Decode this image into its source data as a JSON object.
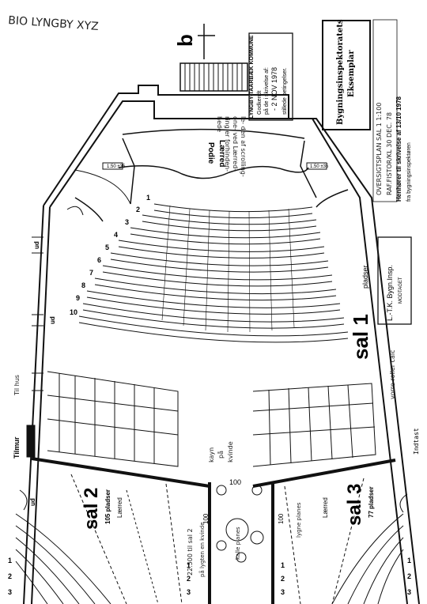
{
  "header": {
    "handwritten_title": "BIO LYNGBY XYZ",
    "section_mark": "b"
  },
  "stamps": {
    "approval": {
      "line1": "LYNGBY-TAARBÆK KOMMUNE",
      "line2": "Godkendt",
      "line3": "på de i skrivelse af:",
      "line4": "- 2 NOV 1978",
      "line5": "stillede betingelser."
    },
    "inspectorate": {
      "line1": "Bygningsinspektoratets",
      "line2": "Eksemplar"
    },
    "received": {
      "line1": "Henhører til skrivelse af 13/10 1978",
      "line2": "fra bygningsinspektøren"
    },
    "building_inspector": {
      "line1": "L.-T.K. Bygn.Insp.",
      "line2": "MODTAGET"
    }
  },
  "drawing_info": {
    "line1": "OVERSIGTSPLAN  SAL 1  1:100",
    "line2": "RAF.FISTOR/KL  30 DEC. 78"
  },
  "sal1": {
    "name": "sal 1",
    "capacity": "pladser",
    "screen": "Lærred",
    "stage": "Podie",
    "stage_note": [
      "le- den af scrolling-",
      "one- ved Lærred-",
      "ring er forhinden-",
      "hede"
    ],
    "dim_left": "1.50 ±35",
    "dim_right": "1.50 ±35",
    "row_numbers": [
      "1",
      "2",
      "3",
      "4",
      "5",
      "6",
      "7",
      "8",
      "9",
      "10"
    ]
  },
  "sal2": {
    "name": "sal 2",
    "capacity": "105 pladser",
    "screen": "Lærred",
    "note1": "22.500 til sal 2",
    "note2": "på lygten en kvinde"
  },
  "sal3": {
    "name": "sal 3",
    "capacity": "77 pladser",
    "screen": "Lærred",
    "note": "lygne planes"
  },
  "center": {
    "note1": "kayn",
    "note2": "på",
    "note3": "kvinde",
    "label_100_top": "100",
    "label_100_left": "100",
    "label_100_right": "100",
    "lobby_note": "kalle planes"
  },
  "exits": {
    "ud_left1": "ud",
    "ud_left2": "ud",
    "ud_sal2": "ud",
    "til_hus": "Til hus",
    "tilmur": "Tilmur",
    "indtast": "Indtast",
    "right_note": "vorre roller calc"
  },
  "bottom_rows": {
    "sal2_left": [
      "3",
      "2",
      "1"
    ],
    "sal2_right": [
      "1",
      "2",
      "3"
    ],
    "sal3_left": [
      "3",
      "2",
      "1"
    ],
    "sal3_right": [
      "1",
      "2",
      "3"
    ]
  }
}
